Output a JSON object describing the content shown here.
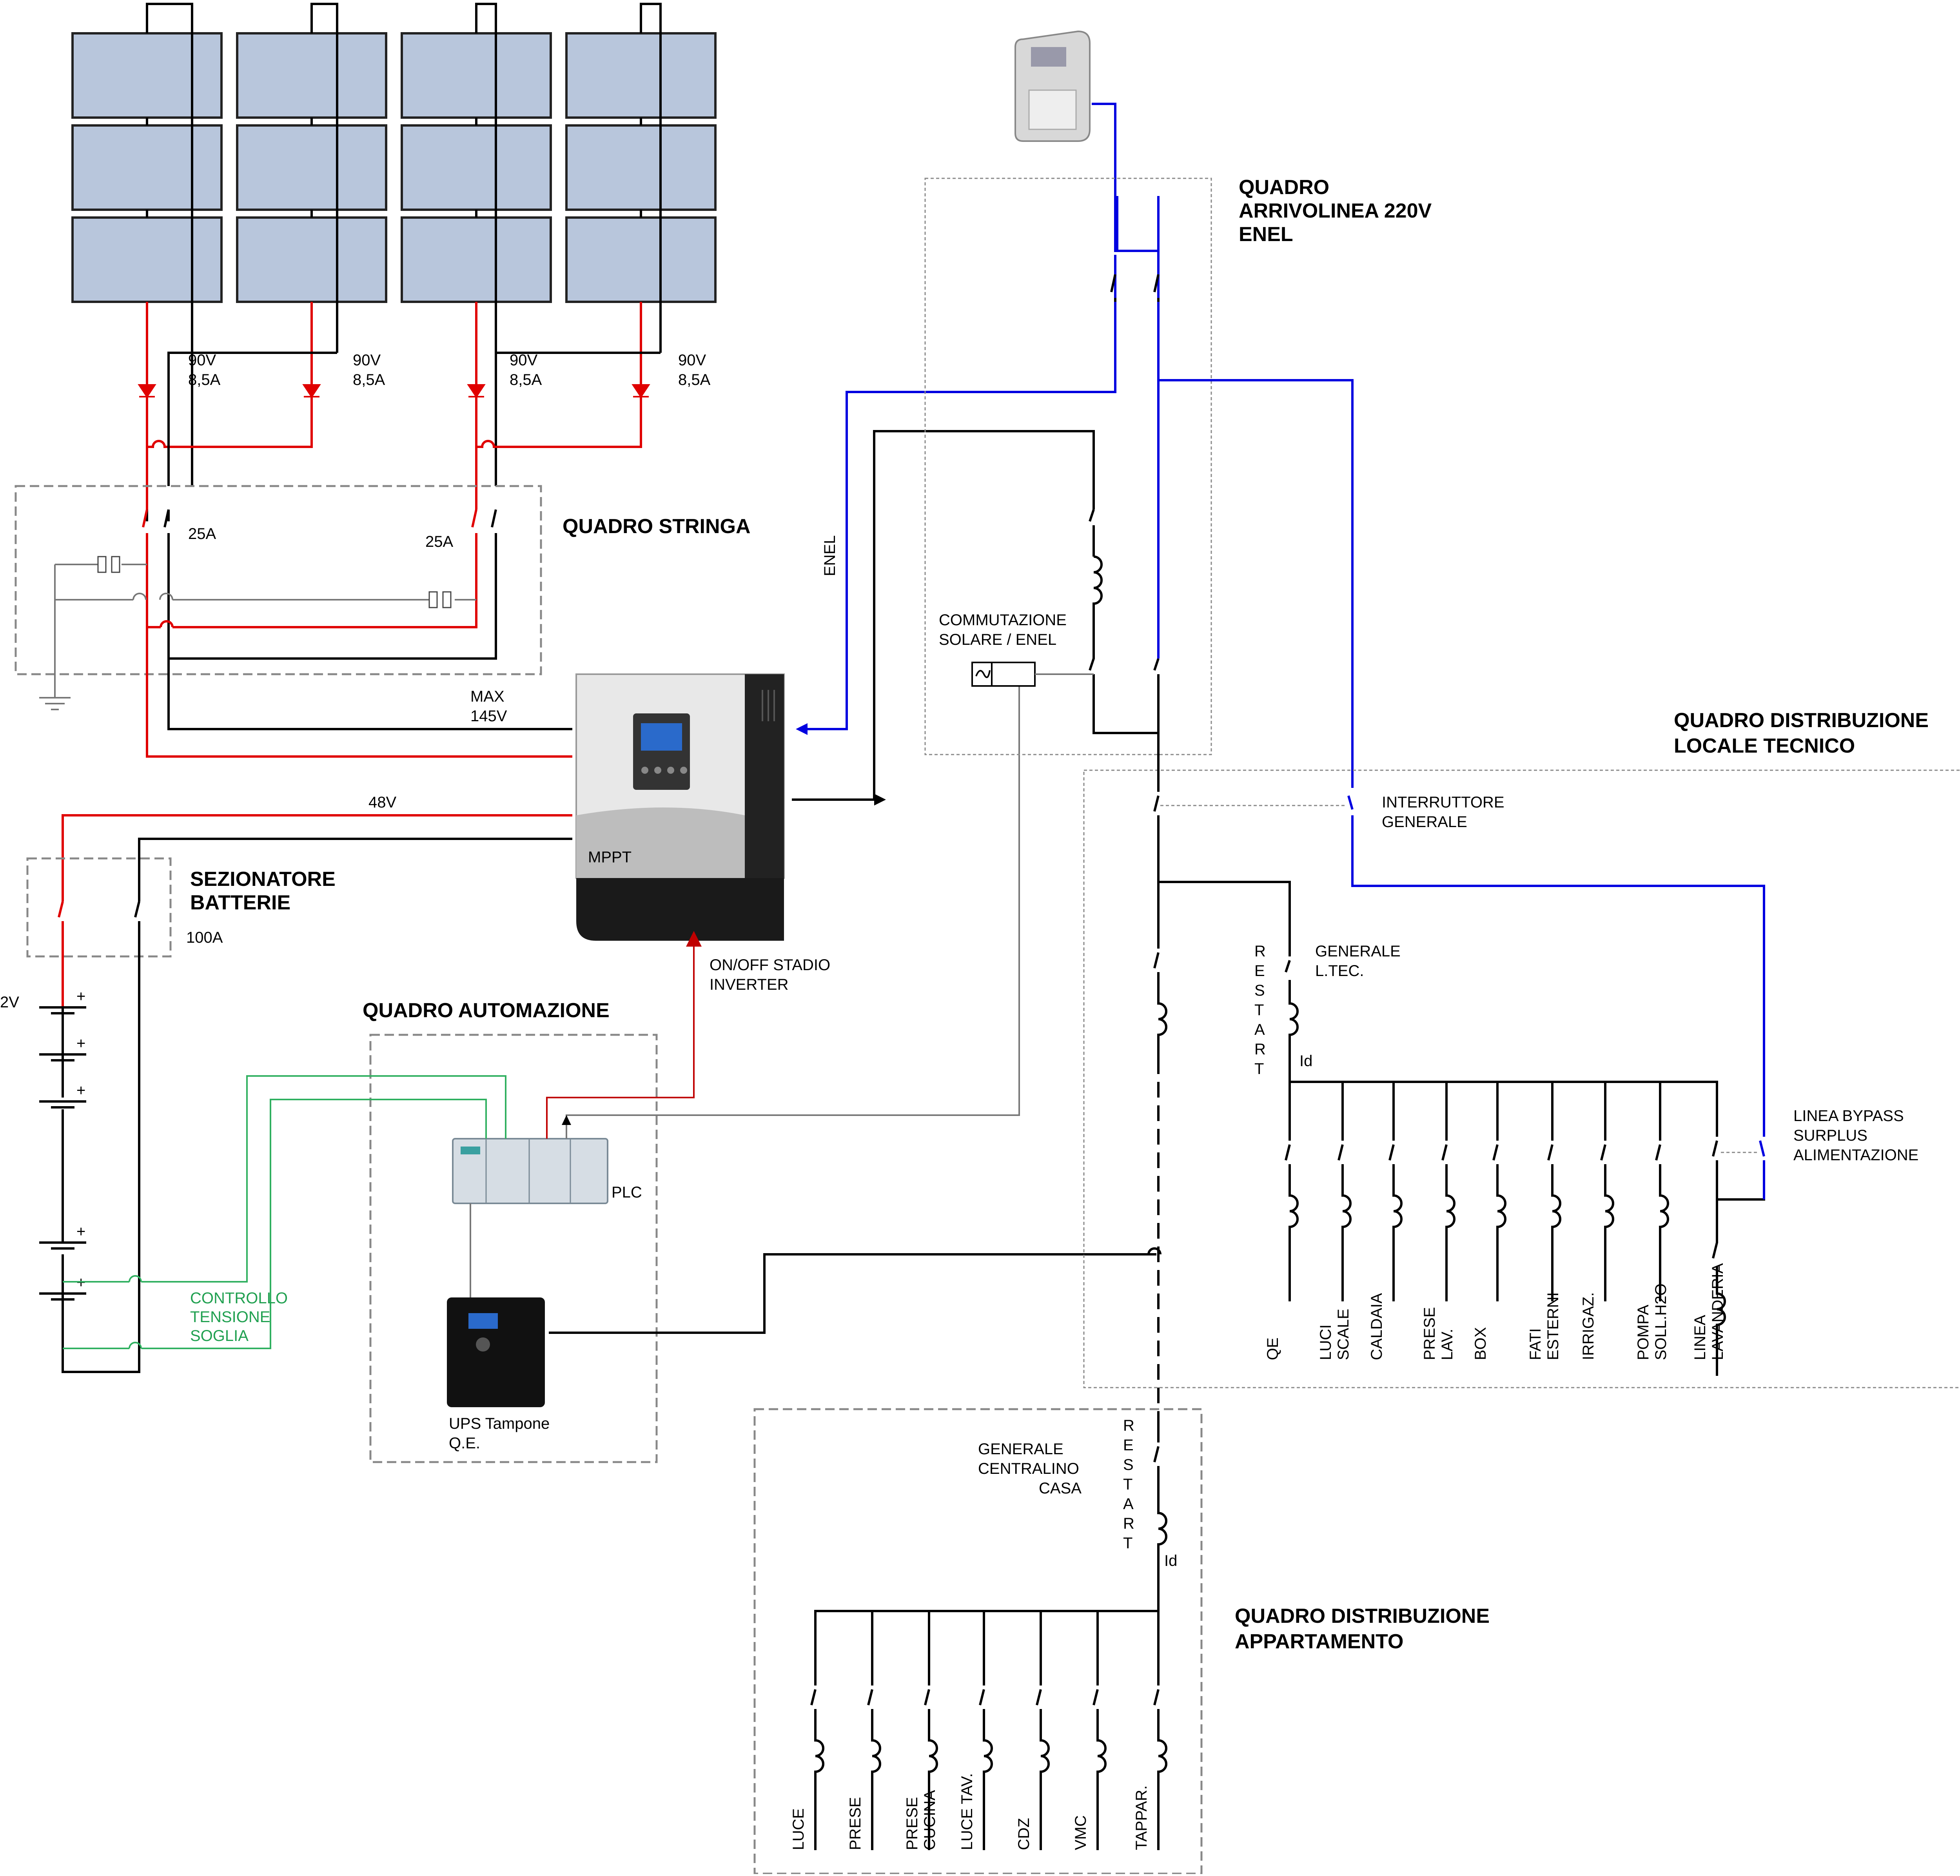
{
  "panels": {
    "string_rating_1": [
      "90V",
      "8,5A"
    ],
    "string_rating_2": [
      "90V",
      "8,5A"
    ],
    "string_rating_3": [
      "90V",
      "8,5A"
    ],
    "string_rating_4": [
      "90V",
      "8,5A"
    ]
  },
  "quadro_stringa": {
    "title": "QUADRO STRINGA",
    "fuse_left": "25A",
    "fuse_right": "25A"
  },
  "inverter": {
    "max_v": "MAX",
    "max_v2": "145V",
    "battery_v": "48V",
    "name": "MPPT",
    "onoff_1": "ON/OFF STADIO",
    "onoff_2": "INVERTER",
    "enel": "ENEL"
  },
  "batterie": {
    "title_1": "SEZIONATORE",
    "title_2": "BATTERIE",
    "rating": "100A",
    "cell_v": "2V",
    "plus": "+"
  },
  "automazione": {
    "title": "QUADRO AUTOMAZIONE",
    "plc": "PLC",
    "ups_1": "UPS Tampone",
    "ups_2": "Q.E.",
    "ctrl_1": "CONTROLLO",
    "ctrl_2": "TENSIONE",
    "ctrl_3": "SOGLIA"
  },
  "arrivo": {
    "title_1": "QUADRO",
    "title_2": "ARRIVOLINEA 220V",
    "title_3": "ENEL",
    "comm_1": "COMMUTAZIONE",
    "comm_2": "SOLARE / ENEL"
  },
  "locale_tecnico": {
    "title_1": "QUADRO DISTRIBUZIONE",
    "title_2": "LOCALE TECNICO",
    "main_1": "INTERRUTTORE",
    "main_2": "GENERALE",
    "gen_1": "GENERALE",
    "gen_2": "L.TEC.",
    "restart": [
      "R",
      "E",
      "S",
      "T",
      "A",
      "R",
      "T"
    ],
    "id": "Id",
    "bypass_1": "LINEA BYPASS",
    "bypass_2": "SURPLUS",
    "bypass_3": "ALIMENTAZIONE",
    "circuits": [
      [
        "QE"
      ],
      [
        "LUCI",
        "SCALE"
      ],
      [
        "CALDAIA"
      ],
      [
        "PRESE",
        "LAV."
      ],
      [
        "BOX"
      ],
      [
        "FATI",
        "ESTERNI"
      ],
      [
        "IRRIGAZ."
      ],
      [
        "POMPA",
        "SOLL.H2O"
      ],
      [
        "LINEA",
        "LAVANDERIA"
      ]
    ]
  },
  "appartamento": {
    "title_1": "QUADRO DISTRIBUZIONE",
    "title_2": "APPARTAMENTO",
    "gen_1": "GENERALE",
    "gen_2": "CENTRALINO",
    "gen_3": "CASA",
    "restart": [
      "R",
      "E",
      "S",
      "T",
      "A",
      "R",
      "T"
    ],
    "id": "Id",
    "circuits": [
      [
        "LUCE"
      ],
      [
        "PRESE"
      ],
      [
        "PRESE",
        "CUCINA"
      ],
      [
        "LUCE TAV."
      ],
      [
        "CDZ"
      ],
      [
        "VMC"
      ],
      [
        "TAPPAR."
      ]
    ]
  }
}
